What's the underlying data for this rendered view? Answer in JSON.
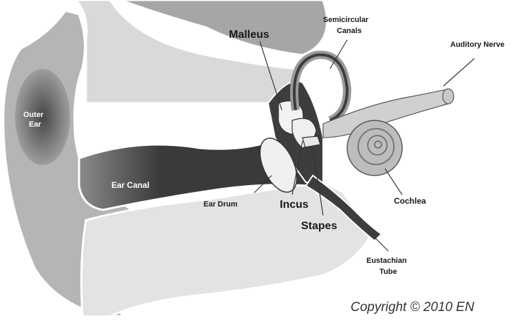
{
  "labels": {
    "outer_ear_1": "Outer",
    "outer_ear_2": "Ear",
    "ear_canal": "Ear Canal",
    "ear_drum": "Ear Drum",
    "malleus": "Malleus",
    "incus": "Incus",
    "stapes": "Stapes",
    "semicircular_1": "Semicircular",
    "semicircular_2": "Canals",
    "auditory_nerve": "Auditory Nerve",
    "cochlea": "Cochlea",
    "eustachian_1": "Eustachian",
    "eustachian_2": "Tube"
  },
  "copyright": "Copyright © 2010 EN",
  "colors": {
    "tissue_light": "#d9d9d9",
    "tissue_mid": "#a6a6a6",
    "cavity_dark": "#3d3d3d",
    "outline": "#ffffff"
  }
}
